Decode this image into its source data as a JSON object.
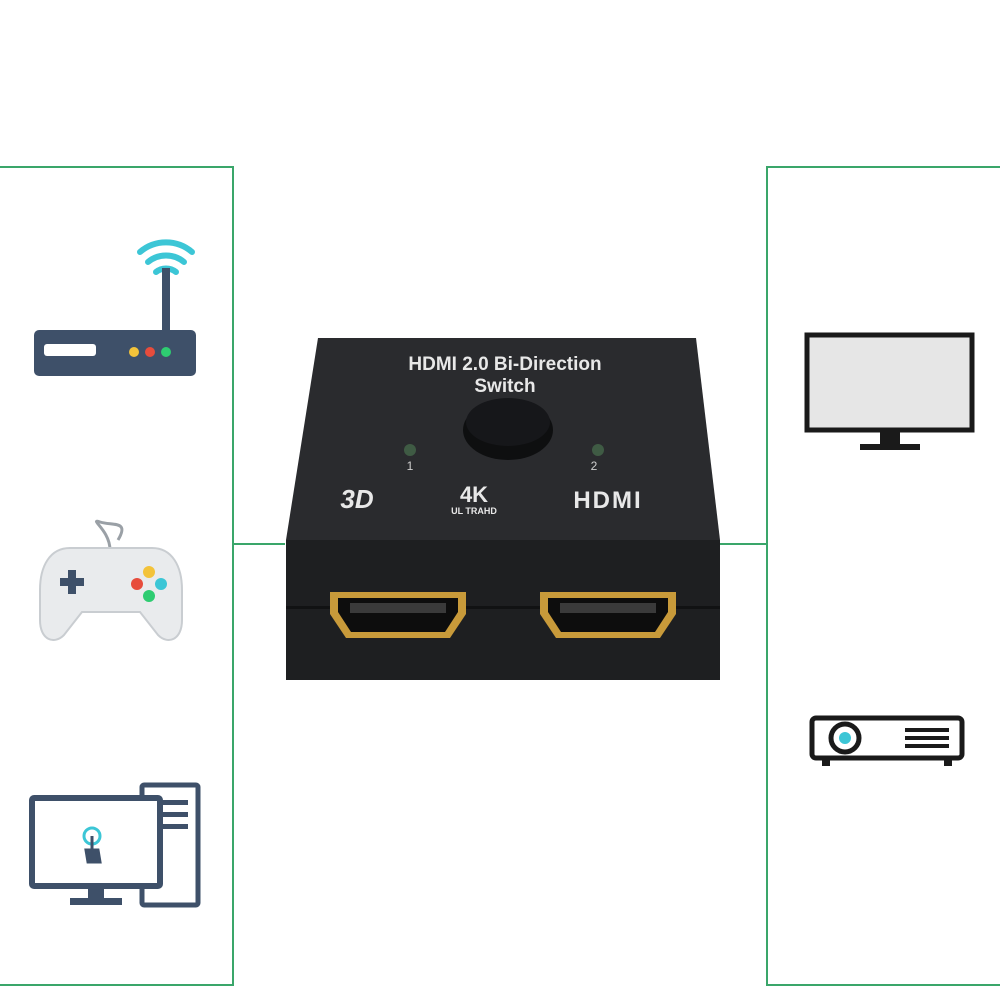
{
  "colors": {
    "connector_line": "#3aa66a",
    "icon_slate": "#3e5069",
    "icon_teal": "#3cc6d6",
    "device_body": "#1e1f21",
    "device_text": "#e8e8e8",
    "hdmi_gold": "#c89a3a"
  },
  "device": {
    "title_line1": "HDMI 2.0 Bi-Direction",
    "title_line2": "Switch",
    "led_1_label": "1",
    "led_2_label": "2",
    "logo_3d": "3D",
    "logo_4k": "4K",
    "logo_4k_sub": "UL TRAHD",
    "logo_hdmi": "HDMI"
  },
  "sources": [
    {
      "icon": "wifi-router-icon"
    },
    {
      "icon": "game-controller-icon"
    },
    {
      "icon": "desktop-computer-icon"
    }
  ],
  "displays": [
    {
      "icon": "monitor-icon"
    },
    {
      "icon": "projector-icon"
    }
  ]
}
